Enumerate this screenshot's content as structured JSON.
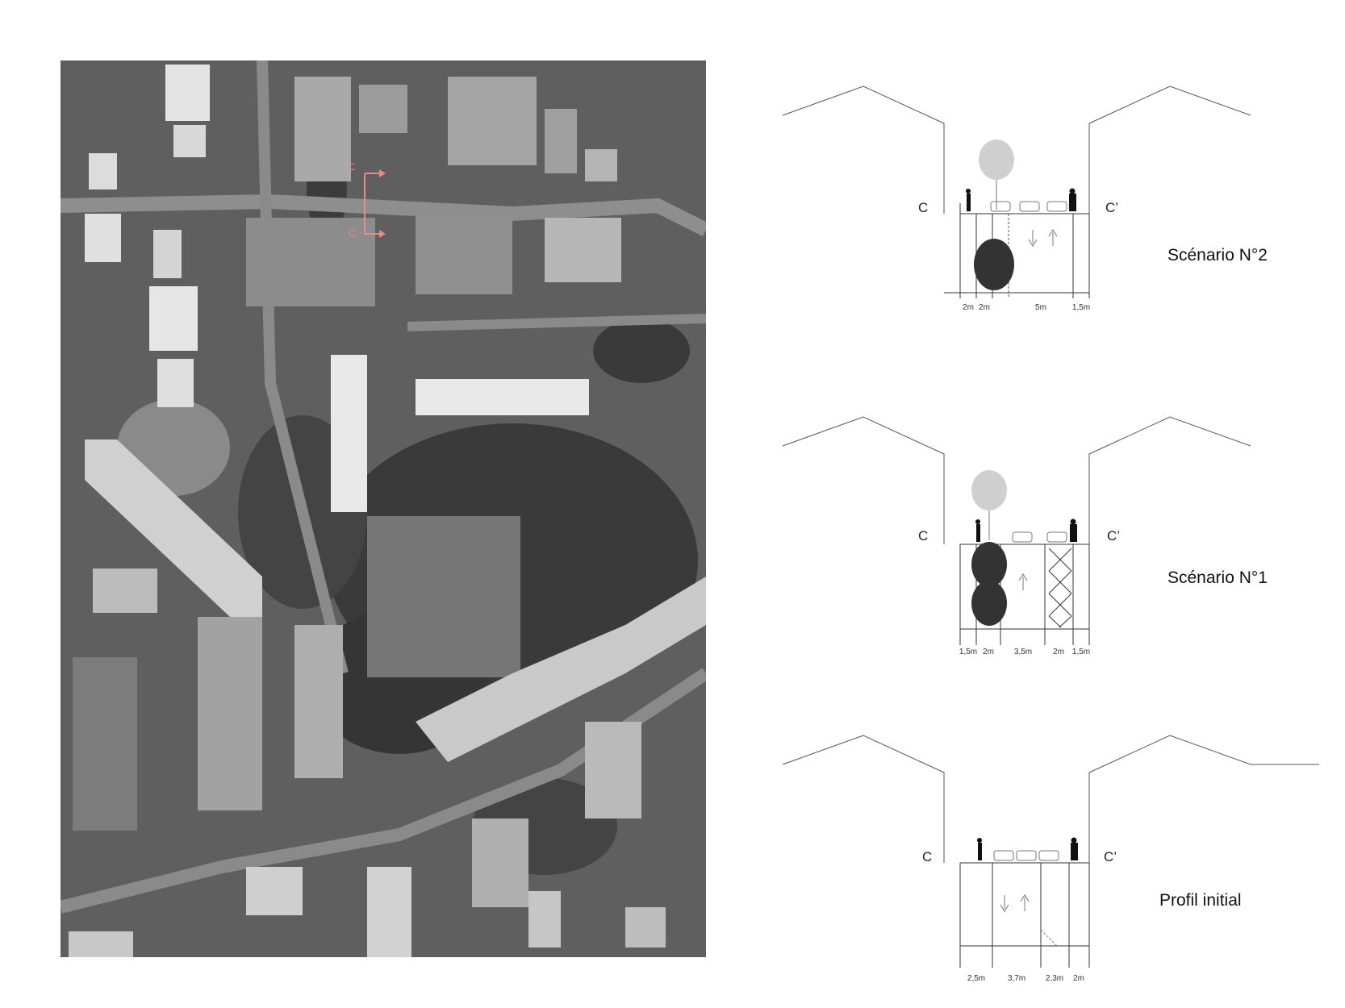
{
  "map": {
    "section_start_label": "C",
    "section_end_label": "C’"
  },
  "sections": [
    {
      "title": "Scénario N°2",
      "left_label": "C",
      "right_label": "C’",
      "dimensions": [
        "2m",
        "2m",
        "5m",
        "1,5m"
      ]
    },
    {
      "title": "Scénario N°1",
      "left_label": "C",
      "right_label": "C’",
      "dimensions": [
        "1,5m",
        "2m",
        "3,5m",
        "2m",
        "1,5m"
      ]
    },
    {
      "title": "Profil initial",
      "left_label": "C",
      "right_label": "C’",
      "dimensions": [
        "2,5m",
        "3,7m",
        "2,3m",
        "2m"
      ]
    }
  ],
  "colors": {
    "marker": "#e88a86",
    "aerial_base": "#6a6a6a",
    "line": "#555555"
  }
}
